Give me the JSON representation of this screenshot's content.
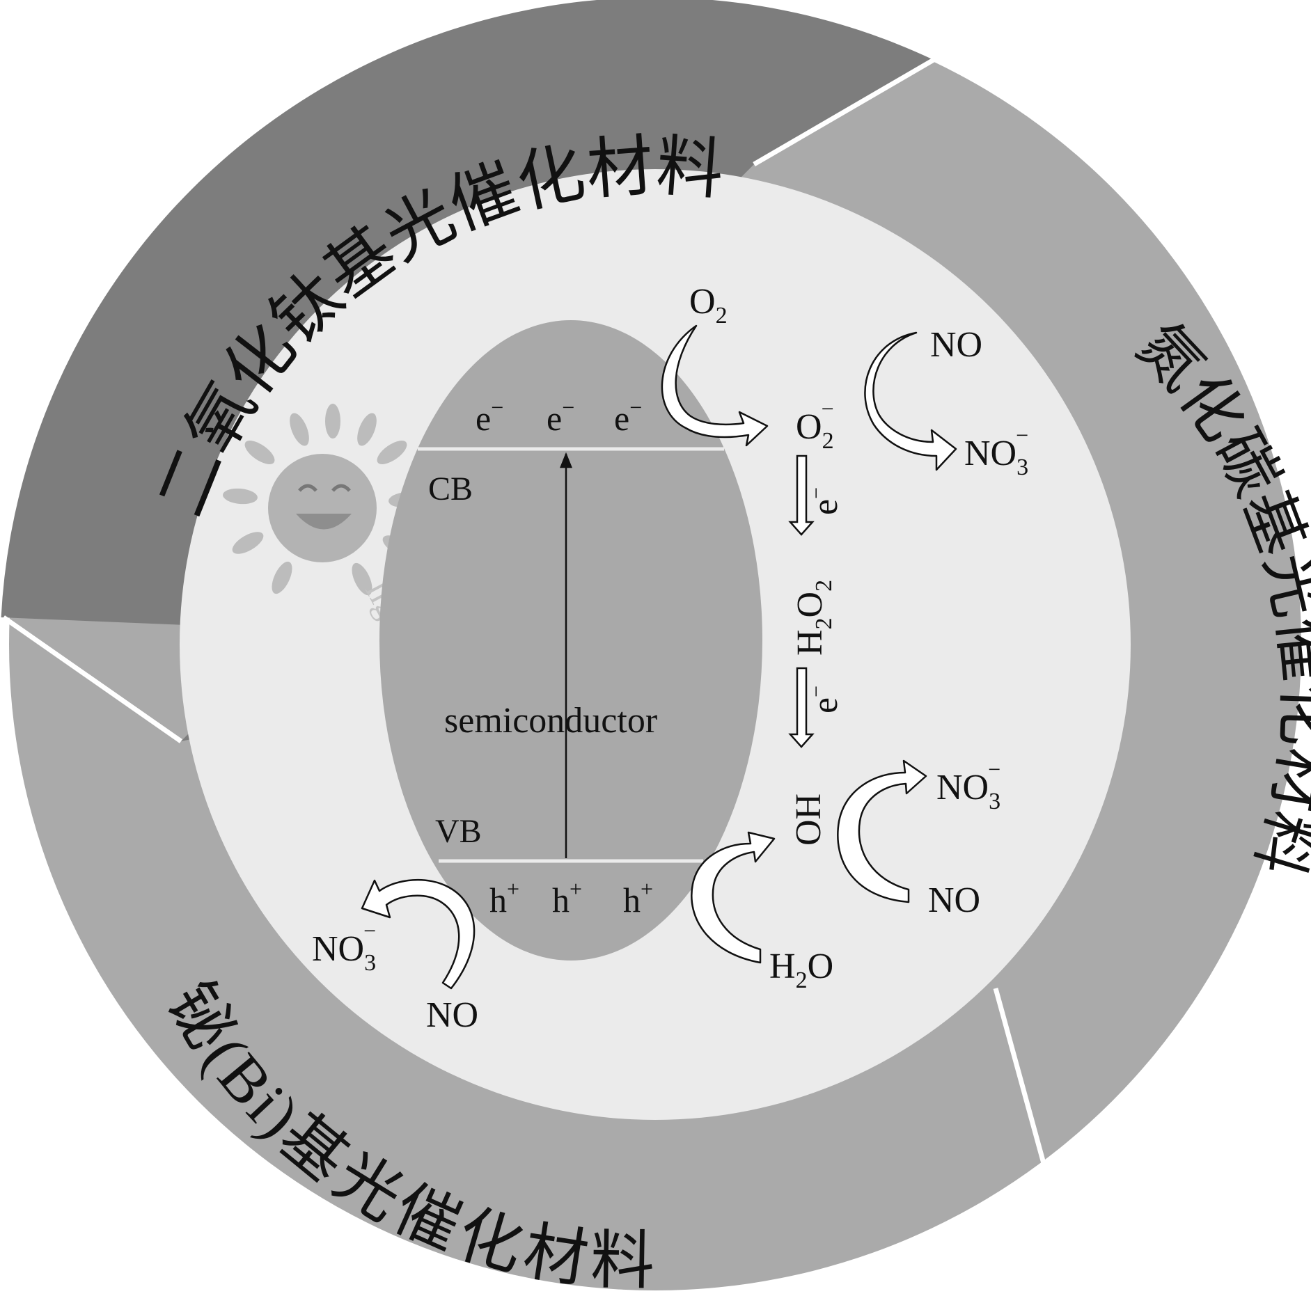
{
  "colors": {
    "background": "#ffffff",
    "ring_dark": "#7d7d7d",
    "ring_light": "#aaaaaa",
    "divider": "#ffffff",
    "inner_disc": "#ebebeb",
    "semiconductor_oval": "#a9a9a9",
    "band_line": "#e8e8e8",
    "sun": "#b8b8b8",
    "text": "#111111",
    "arrow_fill": "#ffffff",
    "arrow_stroke": "#111111"
  },
  "ring": {
    "top_left": {
      "text": "二氧化钛基光催化材料"
    },
    "right": {
      "text": "氮化碳基光催化材料"
    },
    "bottom": {
      "text": "铋(Bi)基光催化材料"
    }
  },
  "diagram": {
    "semiconductor_label": "semiconductor",
    "cb_label": "CB",
    "vb_label": "VB",
    "light_label": "light",
    "electron_base": "e",
    "electron_sup": "−",
    "hole_base": "h",
    "hole_sup": "+",
    "o2": {
      "base": "O",
      "sub": "2"
    },
    "superoxide": {
      "base": "O",
      "sub": "2",
      "sup": "−"
    },
    "no": "NO",
    "no3": {
      "base": "NO",
      "sub": "3",
      "sup": "−"
    },
    "h2o2": {
      "h": "H",
      "sub1": "2",
      "o": "O",
      "sub2": "2"
    },
    "electron_step": {
      "base": "e",
      "sup": "−"
    },
    "oh": "OH",
    "h2o": {
      "h": "H",
      "sub": "2",
      "o": "O"
    }
  }
}
